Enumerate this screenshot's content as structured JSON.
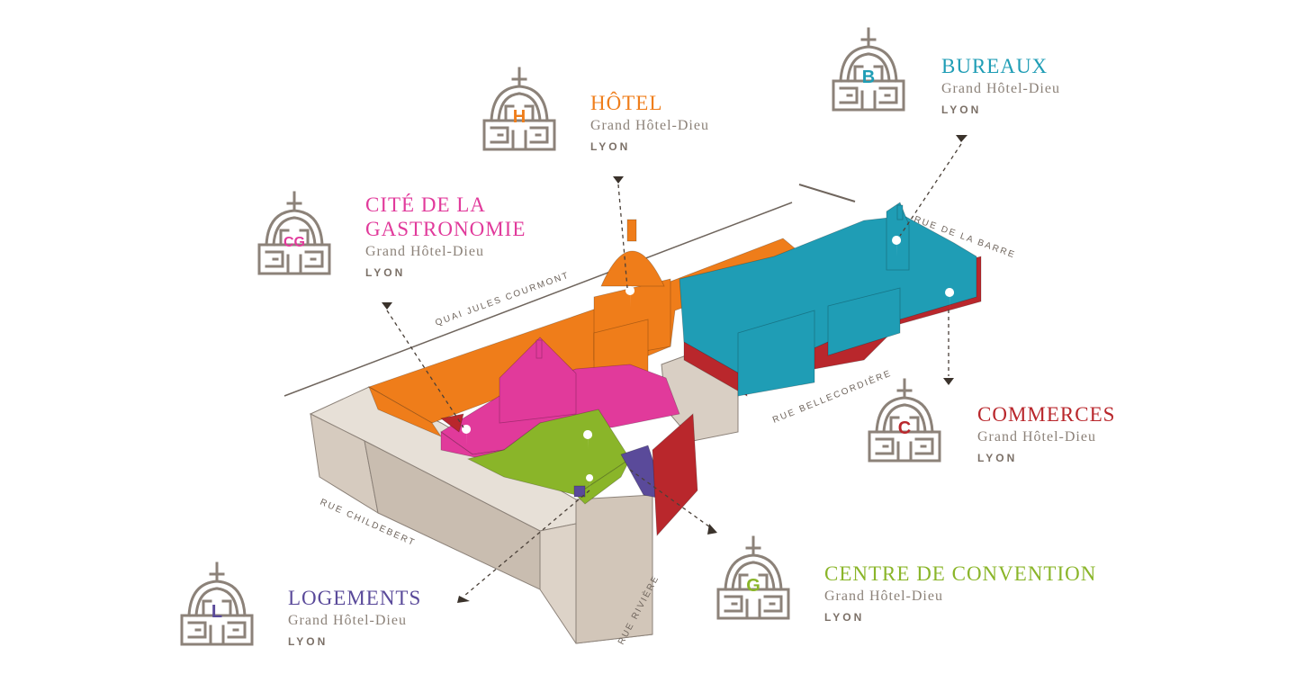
{
  "palette": {
    "hotel": "#ef7d1a",
    "bureaux": "#1f9db5",
    "gastronomie": "#e13a9b",
    "commerces": "#b9272c",
    "convention": "#8ab529",
    "logements": "#5a4a9a",
    "stone": "#d9cfc4",
    "logo": "#8c8279"
  },
  "labels": {
    "hotel": {
      "title": "Hôtel",
      "subtitle": "Grand Hôtel-Dieu",
      "city": "LYON",
      "letter": "H"
    },
    "bureaux": {
      "title": "Bureaux",
      "subtitle": "Grand Hôtel-Dieu",
      "city": "LYON",
      "letter": "B"
    },
    "gastronomie": {
      "title_line1": "Cité de la",
      "title_line2": "Gastronomie",
      "subtitle": "Grand Hôtel-Dieu",
      "city": "LYON",
      "letter": "CG"
    },
    "commerces": {
      "title": "Commerces",
      "subtitle": "Grand Hôtel-Dieu",
      "city": "LYON",
      "letter": "C"
    },
    "convention": {
      "title": "Centre de Convention",
      "subtitle": "Grand Hôtel-Dieu",
      "city": "LYON",
      "letter": "G"
    },
    "logements": {
      "title": "Logements",
      "subtitle": "Grand Hôtel-Dieu",
      "city": "LYON",
      "letter": "L"
    }
  },
  "streets": {
    "quai": "Quai Jules Courmont",
    "barre": "Rue de la Barre",
    "bellecordiere": "Rue Bellecordière",
    "childebert": "Rue Childebert",
    "riviere": "Rue Rivière"
  }
}
